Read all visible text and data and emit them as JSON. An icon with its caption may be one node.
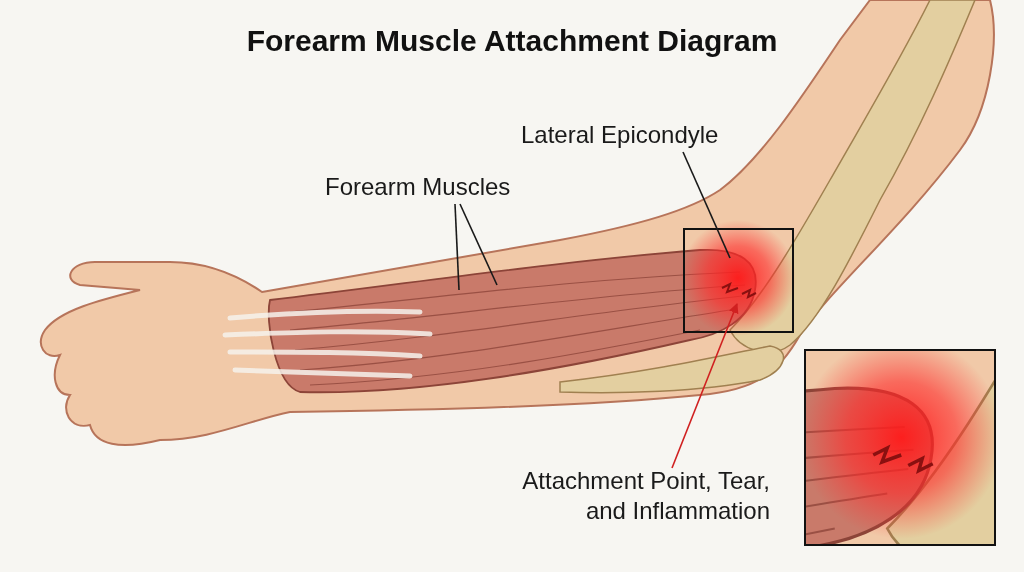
{
  "diagram": {
    "title": "Forearm Muscle Attachment Diagram",
    "nodes": [
      {
        "text": [
          "Forearm Muscles"
        ]
      },
      {
        "text": [
          "Lateral Epicondyle"
        ]
      },
      {
        "text": [
          "Attachment Point, Tear, and Inflammation"
        ]
      }
    ],
    "edges": [
      {
        "from": 0,
        "to": null,
        "arrow": "none"
      },
      {
        "from": 0,
        "to": null,
        "arrow": "none"
      },
      {
        "from": 1,
        "to": null,
        "arrow": "none"
      },
      {
        "from": 2,
        "to": null,
        "arrow": "to",
        "color": "#d02020"
      }
    ]
  }
}
